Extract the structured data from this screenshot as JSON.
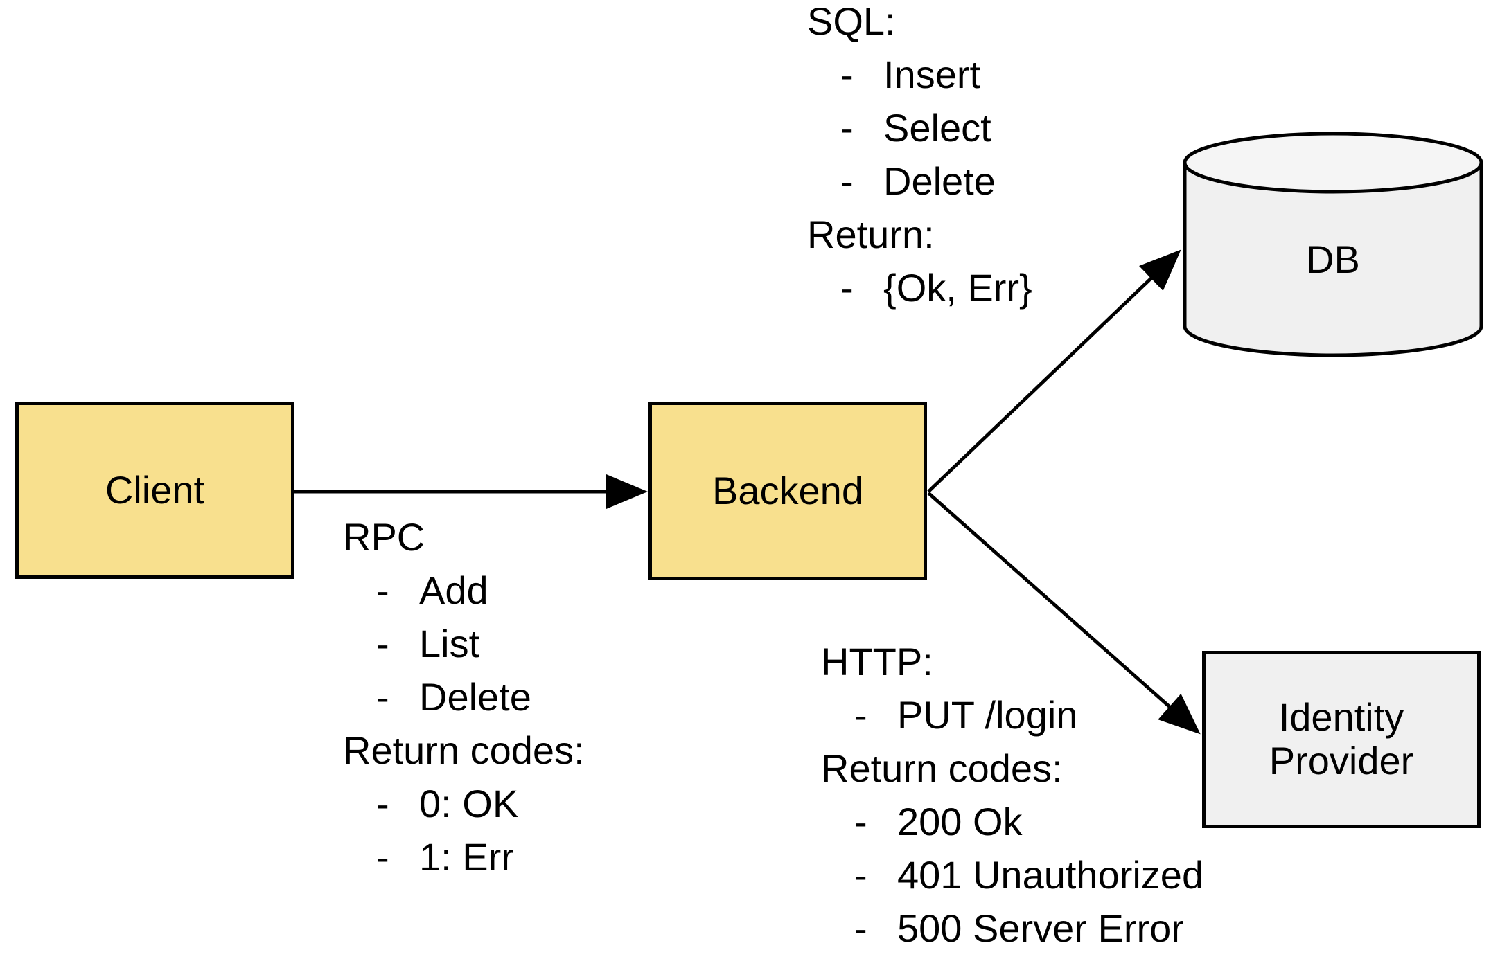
{
  "diagram": {
    "title": "Client / Backend / DB / Identity Provider architecture",
    "colors": {
      "node_fill_service": "#F8E08E",
      "node_fill_external": "#F0F0F0",
      "stroke": "#000000",
      "background": "#FFFFFF",
      "text": "#000000"
    }
  },
  "nodes": {
    "client": {
      "label": "Client",
      "shape": "rectangle",
      "fill": "#F8E08E"
    },
    "backend": {
      "label": "Backend",
      "shape": "rectangle",
      "fill": "#F8E08E"
    },
    "db": {
      "label": "DB",
      "shape": "cylinder",
      "fill": "#F0F0F0"
    },
    "idp": {
      "label": "Identity\nProvider",
      "label_line1": "Identity",
      "label_line2": "Provider",
      "shape": "rectangle",
      "fill": "#F0F0F0"
    }
  },
  "edges": [
    {
      "id": "client-to-backend",
      "from": "client",
      "to": "backend",
      "direction": "right",
      "arrowhead": true,
      "annotation": "rpc"
    },
    {
      "id": "backend-to-db",
      "from": "backend",
      "to": "db",
      "direction": "up-right",
      "arrowhead": true,
      "annotation": "sql"
    },
    {
      "id": "backend-to-idp",
      "from": "backend",
      "to": "idp",
      "direction": "down-right",
      "arrowhead": true,
      "annotation": "http"
    }
  ],
  "annotations": {
    "rpc": {
      "title": "RPC",
      "bullet": "-",
      "items": [
        "Add",
        "List",
        "Delete"
      ],
      "returns_title": "Return codes:",
      "returns": [
        "0: OK",
        "1: Err"
      ]
    },
    "sql": {
      "title": "SQL:",
      "bullet": "-",
      "items": [
        "Insert",
        "Select",
        "Delete"
      ],
      "returns_title": "Return:",
      "returns": [
        "{Ok, Err}"
      ]
    },
    "http": {
      "title": "HTTP:",
      "bullet": "-",
      "items": [
        "PUT /login"
      ],
      "returns_title": "Return codes:",
      "returns": [
        "200 Ok",
        "401 Unauthorized",
        "500 Server Error"
      ]
    }
  }
}
